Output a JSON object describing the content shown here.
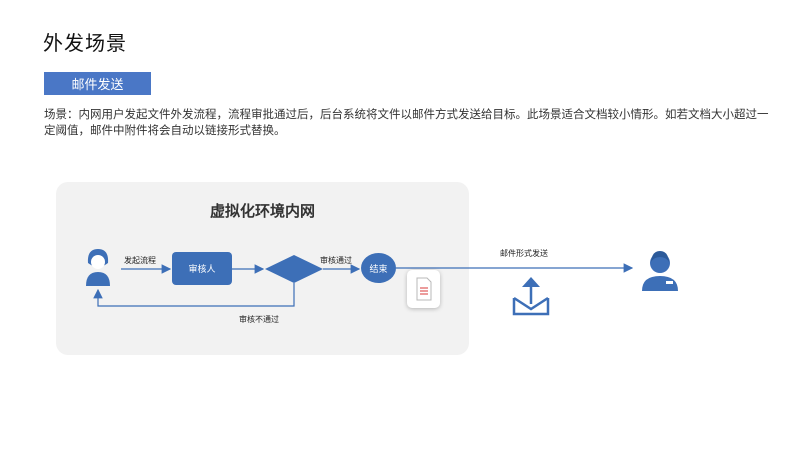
{
  "page": {
    "title": "外发场景",
    "tag_label": "邮件发送",
    "description": "场景：内网用户发起文件外发流程，流程审批通过后，后台系统将文件以邮件方式发送给目标。此场景适合文档较小情形。如若文档大小超过一定阈值，邮件中附件将会自动以链接形式替换。"
  },
  "diagram": {
    "panel_title": "虚拟化环境内网",
    "reviewer_label": "审核人",
    "end_label": "结束",
    "edge_start": "发起流程",
    "edge_pass": "审核通过",
    "edge_reject": "审核不通过",
    "edge_mail": "邮件形式发送"
  },
  "colors": {
    "accent": "#3d6fb7",
    "tag": "#4a77c6",
    "panel": "#f2f2f2"
  },
  "icons": [
    "user-icon",
    "decision-diamond",
    "document-icon",
    "mail-send-icon",
    "recipient-user-icon"
  ]
}
